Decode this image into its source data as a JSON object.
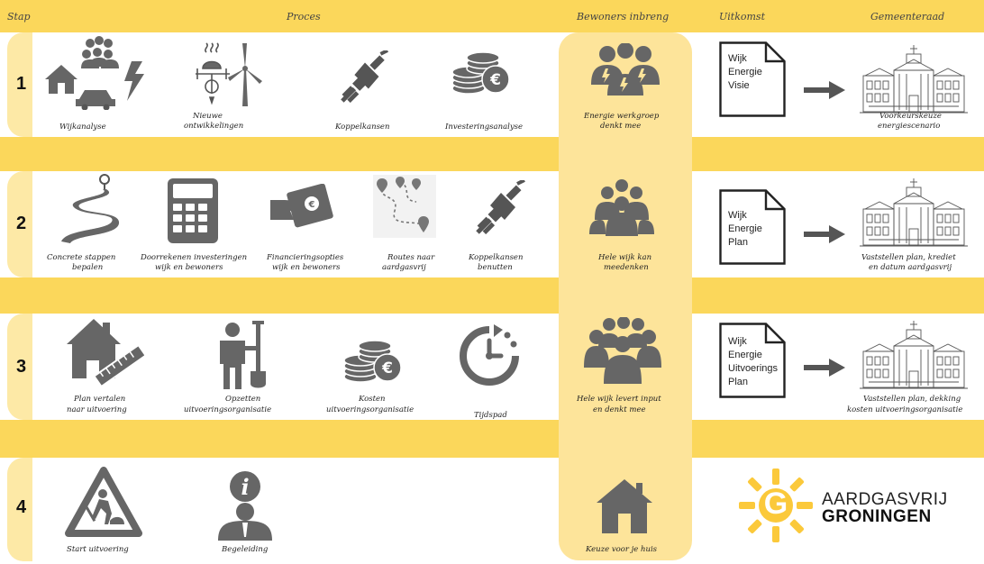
{
  "header": {
    "stap": "Stap",
    "proces": "Proces",
    "bewoners": "Bewoners inbreng",
    "uitkomst": "Uitkomst",
    "gemeenteraad": "Gemeenteraad"
  },
  "rows": [
    {
      "step": "1",
      "labels": [
        "Wijkanalyse",
        "Nieuwe",
        "ontwikkelingen",
        "Koppelkansen",
        "Investeringsanalyse"
      ],
      "bewoners": [
        "Energie werkgroep",
        "denkt mee"
      ],
      "doc": [
        "Wijk",
        "Energie",
        "Visie"
      ],
      "raad": [
        "Voorkeurskeuze",
        "energiescenario"
      ]
    },
    {
      "step": "2",
      "labels": [
        "Concrete stappen",
        "bepalen",
        "Doorrekenen investeringen",
        "wijk en bewoners",
        "Financieringsopties",
        "wijk en bewoners",
        "Routes naar",
        "aardgasvrij",
        "Koppelkansen",
        "benutten"
      ],
      "bewoners": [
        "Hele wijk kan",
        "meedenken"
      ],
      "doc": [
        "Wijk",
        "Energie",
        "Plan"
      ],
      "raad": [
        "Vaststellen plan, krediet",
        "en datum aardgasvrij"
      ]
    },
    {
      "step": "3",
      "labels": [
        "Plan vertalen",
        "naar uitvoering",
        "Opzetten",
        "uitvoeringsorganisatie",
        "Kosten",
        "uitvoeringsorganisatie",
        "Tijdspad"
      ],
      "bewoners": [
        "Hele wijk levert input",
        "en denkt mee"
      ],
      "doc": [
        "Wijk",
        "Energie",
        "Uitvoerings",
        "Plan"
      ],
      "raad": [
        "Vaststellen plan, dekking",
        "kosten uitvoeringsorganisatie"
      ]
    },
    {
      "step": "4",
      "labels": [
        "Start uitvoering",
        "Begeleiding"
      ],
      "bewoners": [
        "Keuze voor je huis"
      ]
    }
  ],
  "logo": {
    "line1": "AARDGASVRIJ",
    "line2": "GRONINGEN",
    "letter": "G"
  },
  "icons": {
    "row1": [
      "house-people-car-bolt-icon",
      "substation-windmill-icon",
      "plug-icon",
      "coins-euro-icon",
      "energy-group-icon",
      "document-icon",
      "arrow-right-icon",
      "city-hall-icon"
    ],
    "row2": [
      "winding-path-icon",
      "calculator-icon",
      "money-hand-icon",
      "route-map-icon",
      "plug-icon",
      "crowd-icon",
      "document-icon",
      "arrow-right-icon",
      "city-hall-icon"
    ],
    "row3": [
      "house-ruler-icon",
      "worker-shovel-icon",
      "coins-euro-icon",
      "clock-icon",
      "crowd-icon",
      "document-icon",
      "arrow-right-icon",
      "city-hall-icon"
    ],
    "row4": [
      "roadwork-sign-icon",
      "info-person-icon",
      "house-icon",
      "sun-logo-icon"
    ]
  },
  "colors": {
    "yellow": "#fbd75b",
    "light_yellow": "#fde49a",
    "icon_gray": "#6b6b6b"
  }
}
